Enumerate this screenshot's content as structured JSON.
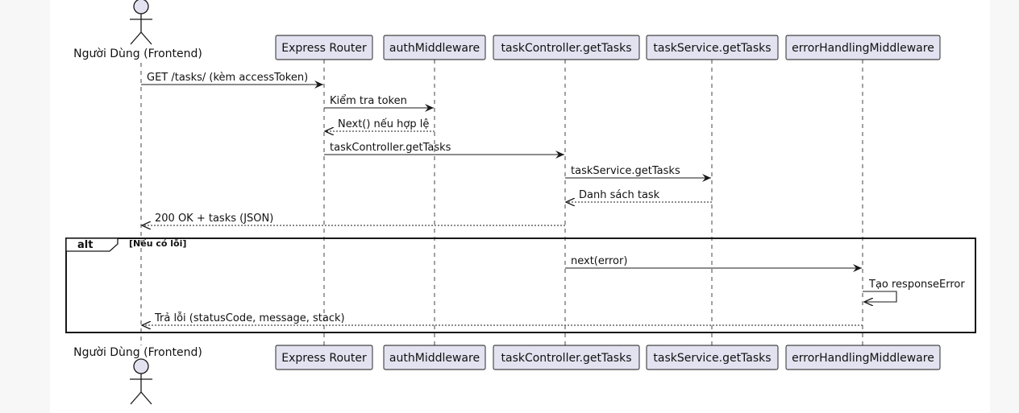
{
  "actor": {
    "label_top": "Người Dùng (Frontend)",
    "label_bottom": "Người Dùng (Frontend)"
  },
  "participants": [
    {
      "id": "router",
      "label": "Express Router"
    },
    {
      "id": "auth",
      "label": "authMiddleware"
    },
    {
      "id": "controller",
      "label": "taskController.getTasks"
    },
    {
      "id": "service",
      "label": "taskService.getTasks"
    },
    {
      "id": "error",
      "label": "errorHandlingMiddleware"
    }
  ],
  "messages": [
    {
      "from": "user",
      "to": "router",
      "label": "GET /tasks/ (kèm accessToken)",
      "style": "solid"
    },
    {
      "from": "router",
      "to": "auth",
      "label": "Kiểm tra token",
      "style": "solid"
    },
    {
      "from": "auth",
      "to": "router",
      "label": "Next() nếu hợp lệ",
      "style": "dashed"
    },
    {
      "from": "router",
      "to": "controller",
      "label": "taskController.getTasks",
      "style": "solid"
    },
    {
      "from": "controller",
      "to": "service",
      "label": "taskService.getTasks",
      "style": "solid"
    },
    {
      "from": "service",
      "to": "controller",
      "label": "Danh sách task",
      "style": "dashed"
    },
    {
      "from": "controller",
      "to": "user",
      "label": "200 OK + tasks (JSON)",
      "style": "dashed"
    },
    {
      "from": "controller",
      "to": "error",
      "label": "next(error)",
      "style": "solid"
    },
    {
      "from": "error",
      "to": "error",
      "label": "Tạo responseError",
      "style": "self"
    },
    {
      "from": "error",
      "to": "user",
      "label": "Trả lỗi (statusCode, message, stack)",
      "style": "dashed"
    }
  ],
  "alt_frame": {
    "keyword": "alt",
    "condition": "[Nếu có lỗi]"
  },
  "colors": {
    "participant_fill": "#e2e2f0",
    "participant_border": "#181818",
    "line": "#181818"
  }
}
